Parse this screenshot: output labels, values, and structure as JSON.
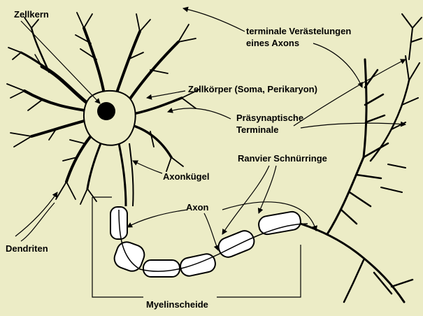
{
  "labels": {
    "zellkern": "Zellkern",
    "terminale_line1": "terminale Verästelungen",
    "terminale_line2": "eines Axons",
    "zellkoerper": "Zellkörper (Soma, Perikaryon)",
    "praesynaptische_line1": "Präsynaptische",
    "praesynaptische_line2": "Terminale",
    "ranvier": "Ranvier Schnürringe",
    "axonhuegel": "Axonkügel",
    "axon": "Axon",
    "dendriten": "Dendriten",
    "myelinscheide": "Myelinscheide"
  },
  "colors": {
    "background": "#ececc6",
    "ink": "#000000",
    "myelin": "#ffffff"
  }
}
